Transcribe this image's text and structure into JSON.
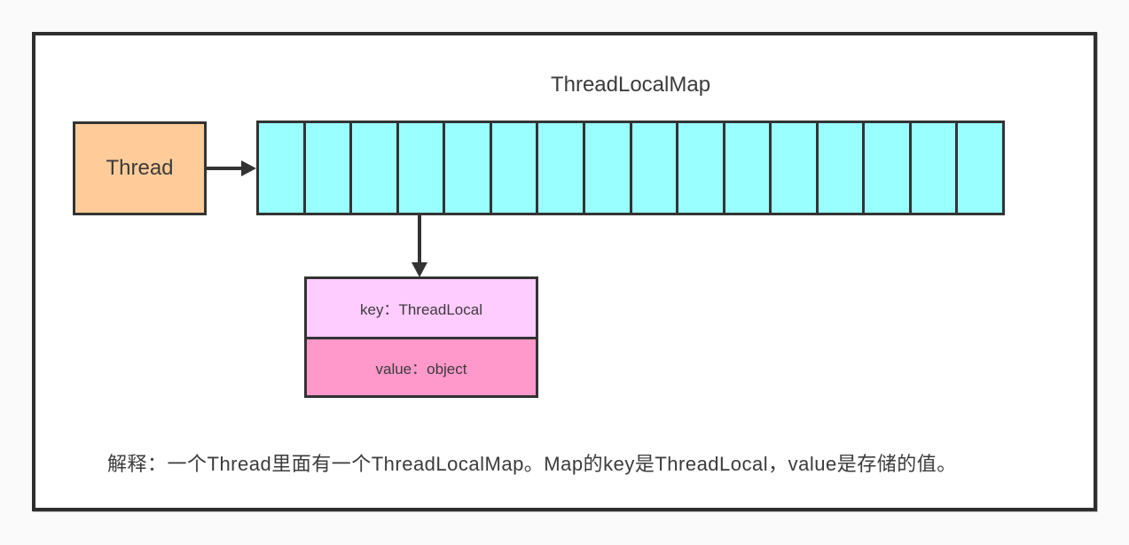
{
  "diagram": {
    "title": "ThreadLocalMap",
    "thread_box": {
      "label": "Thread"
    },
    "map_array": {
      "cell_count": 16,
      "pointed_cell_index": 3
    },
    "entry": {
      "key_label": "key：ThreadLocal",
      "value_label": "value：object"
    },
    "caption": "解释：一个Thread里面有一个ThreadLocalMap。Map的key是ThreadLocal，value是存储的值。"
  },
  "colors": {
    "page_background": "#FAFAFA",
    "panel_background": "#FFFFFF",
    "border": "#333333",
    "text": "#3B3B3B",
    "thread_box_fill": "#FFCC99",
    "array_cell_fill": "#99FFFF",
    "key_box_fill": "#FFCCFF",
    "value_box_fill": "#FF99CC"
  }
}
